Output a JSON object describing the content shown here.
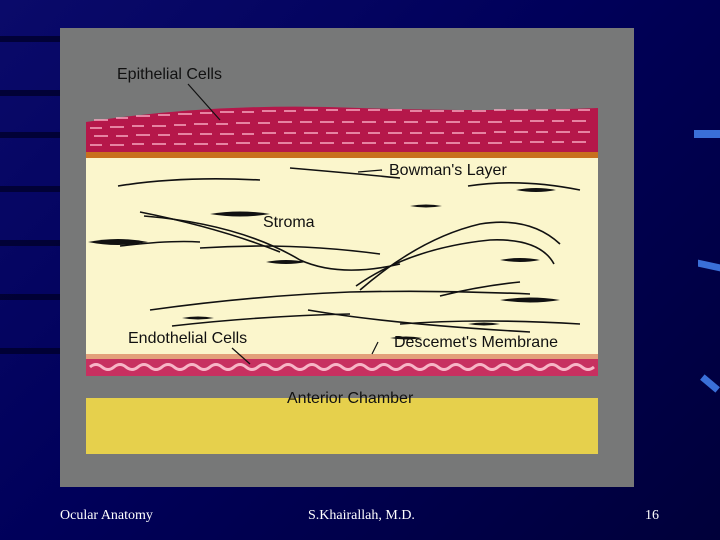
{
  "diagram": {
    "labels": {
      "epithelial_cells": "Epithelial Cells",
      "bowmans_layer": "Bowman's Layer",
      "stroma": "Stroma",
      "endothelial_cells": "Endothelial Cells",
      "descemets_membrane": "Descemet's Membrane",
      "anterior_chamber": "Anterior Chamber"
    },
    "colors": {
      "epithelium": "#b5174a",
      "bowman": "#c8701e",
      "stroma": "#fbf6cc",
      "endothelium": "#c73060",
      "chamber": "#e6d04c",
      "figure_bg": "#777878"
    }
  },
  "footer": {
    "left": "Ocular Anatomy",
    "center": "S.Khairallah, M.D.",
    "page": "16"
  }
}
